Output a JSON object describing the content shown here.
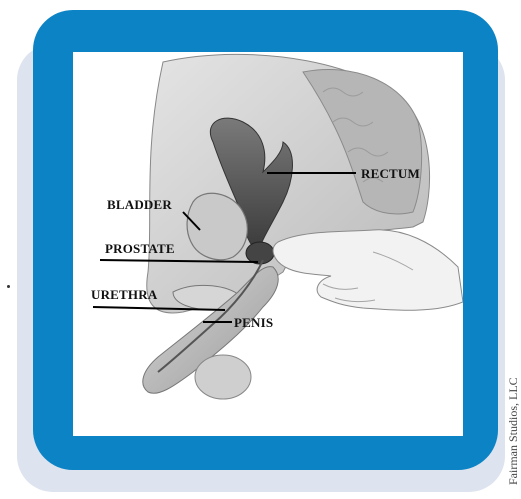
{
  "labels": {
    "rectum": "RECTUM",
    "bladder": "BLADDER",
    "prostate": "PROSTATE",
    "urethra": "URETHRA",
    "penis": "PENIS"
  },
  "credit": "Fairman Studios, LLC",
  "colors": {
    "frame": "#0b83c4",
    "shadow_panel": "#dde3ef"
  }
}
